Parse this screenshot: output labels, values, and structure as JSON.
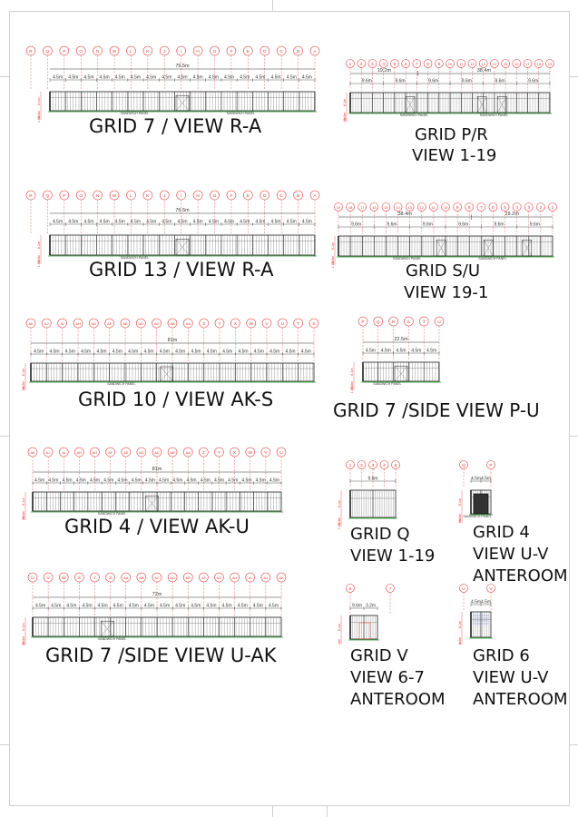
{
  "colors": {
    "grid_bubble": "#e53935",
    "line": "#222222",
    "dim": "#333333",
    "ground": "#4caf50",
    "frame": "#cfcfcf"
  },
  "elevations": [
    {
      "id": "e1",
      "grids": [
        "R",
        "Q",
        "P",
        "O",
        "N",
        "M",
        "L",
        "K",
        "J",
        "I",
        "H",
        "G",
        "F",
        "E",
        "D",
        "C",
        "B",
        "A"
      ],
      "total_label": "76.5m",
      "segments": [
        "4.5m",
        "4.5m",
        "4.5m",
        "4.5m",
        "4.5m",
        "4.5m",
        "4.5m",
        "4.5m",
        "4.5m",
        "4.5m",
        "4.5m",
        "4.5m",
        "4.5m",
        "4.5m",
        "4.5m",
        "4.5m",
        "4.5m"
      ],
      "heights": [
        "6.1m",
        "0.3m",
        "1.8m"
      ],
      "notes": [
        "SANDWICH PANEL",
        "SANDWICH PANEL"
      ],
      "title_lines": [
        "GRID 7 / VIEW R-A"
      ]
    },
    {
      "id": "e2",
      "grids": [
        "1",
        "2",
        "3",
        "4",
        "5",
        "6",
        "7",
        "8",
        "9",
        "10",
        "11",
        "12",
        "13",
        "14",
        "15",
        "16",
        "17",
        "18",
        "19"
      ],
      "top_dims": [
        "19.2m",
        "38.4m"
      ],
      "total_label": "",
      "segments": [
        "9.6m",
        "9.6m",
        "9.6m",
        "9.6m",
        "9.6m",
        "9.6m"
      ],
      "heights": [
        "6.1m",
        "0.3m",
        "1.8m"
      ],
      "notes": [
        "SANDWICH PANEL",
        "SANDWICH PANEL"
      ],
      "title_lines": [
        "GRID P/R",
        "VIEW 1-19"
      ]
    },
    {
      "id": "e3",
      "grids": [
        "R",
        "Q",
        "P",
        "O",
        "N",
        "M",
        "L",
        "K",
        "J",
        "I",
        "H",
        "G",
        "F",
        "E",
        "D",
        "C",
        "B",
        "A"
      ],
      "total_label": "76.5m",
      "segments": [
        "4.5m",
        "4.5m",
        "4.5m",
        "4.5m",
        "4.5m",
        "4.5m",
        "4.5m",
        "4.5m",
        "4.5m",
        "4.5m",
        "4.5m",
        "4.5m",
        "4.5m",
        "4.5m",
        "4.5m",
        "4.5m",
        "4.5m"
      ],
      "heights": [
        "6.1m",
        "0.3m",
        "1.8m"
      ],
      "notes": [
        "SANDWICH PANEL"
      ],
      "title_lines": [
        "GRID 13 / VIEW R-A"
      ]
    },
    {
      "id": "e4",
      "grids": [
        "19",
        "18",
        "17",
        "16",
        "15",
        "14",
        "13",
        "12",
        "11",
        "10",
        "9",
        "8",
        "7",
        "6",
        "5",
        "4",
        "3",
        "2",
        "1"
      ],
      "top_dims": [
        "38.4m",
        "19.2m"
      ],
      "total_label": "",
      "segments": [
        "9.6m",
        "9.6m",
        "9.6m",
        "9.6m",
        "9.6m",
        "9.6m"
      ],
      "heights": [
        "6.1m",
        "0.3m",
        "1.8m"
      ],
      "notes": [
        "SANDWICH PANEL",
        "SANDWICH PANEL"
      ],
      "title_lines": [
        "GRID S/U",
        "VIEW 19-1"
      ]
    },
    {
      "id": "e5",
      "grids": [
        "AK",
        "AJ",
        "AI",
        "AH",
        "AG",
        "AF",
        "AE",
        "AD",
        "AC",
        "AB",
        "AA",
        "Z",
        "Y",
        "X",
        "W",
        "V",
        "U",
        "T",
        "S"
      ],
      "total_label": "81m",
      "segments": [
        "4.5m",
        "4.5m",
        "4.5m",
        "4.5m",
        "4.5m",
        "4.5m",
        "4.5m",
        "4.5m",
        "4.5m",
        "4.5m",
        "4.5m",
        "4.5m",
        "4.5m",
        "4.5m",
        "4.5m",
        "4.5m",
        "4.5m",
        "4.5m"
      ],
      "heights": [
        "6.1m",
        "0.3m",
        "1.8m"
      ],
      "notes": [
        "SANDWICH PANEL"
      ],
      "title_lines": [
        "GRID 10 / VIEW AK-S"
      ]
    },
    {
      "id": "e6",
      "grids": [
        "P",
        "Q",
        "R",
        "S",
        "T",
        "U"
      ],
      "total_label": "22.5m",
      "segments": [
        "4.5m",
        "4.5m",
        "4.5m",
        "4.5m",
        "4.5m"
      ],
      "heights": [
        "6.1m",
        "0.3m",
        "1.8m"
      ],
      "notes": [
        "SANDWICH PANEL"
      ],
      "title_lines": [
        "GRID 7 /SIDE VIEW P-U"
      ]
    },
    {
      "id": "e7",
      "grids": [
        "AK",
        "AJ",
        "AI",
        "AH",
        "AG",
        "AF",
        "AE",
        "AD",
        "AC",
        "AB",
        "AA",
        "Z",
        "Y",
        "X",
        "W",
        "V",
        "U"
      ],
      "total_label": "81m",
      "segments": [
        "4.5m",
        "4.5m",
        "4.5m",
        "4.5m",
        "4.5m",
        "4.5m",
        "4.5m",
        "4.5m",
        "4.5m",
        "4.5m",
        "4.5m",
        "4.5m",
        "4.5m",
        "4.5m",
        "4.5m",
        "4.5m",
        "4.5m",
        "4.5m"
      ],
      "heights": [
        "6.1m",
        "0.3m",
        "1.8m"
      ],
      "notes": [
        "SANDWICH PANEL"
      ],
      "title_lines": [
        "GRID 4 / VIEW AK-U"
      ]
    },
    {
      "id": "e8",
      "grids": [
        "1",
        "2",
        "3",
        "4",
        "5"
      ],
      "total_label": "",
      "segments": [
        "9.6m"
      ],
      "heights": [
        "6.1m",
        "0.3m",
        "1.8m"
      ],
      "notes": [],
      "title_lines": [
        "GRID Q",
        "VIEW 1-19"
      ]
    },
    {
      "id": "e9",
      "grids": [
        "Q",
        "P"
      ],
      "total_label": "",
      "segments": [
        "4.5m",
        "4.5m"
      ],
      "heights": [
        "6.1m",
        "0.3m",
        "1.8m"
      ],
      "notes": [
        "SANDWICH PANEL"
      ],
      "title_lines": [
        "GRID 4",
        "VIEW U-V",
        "ANTEROOM"
      ]
    },
    {
      "id": "e10",
      "grids": [
        "U",
        "V",
        "W",
        "X",
        "Y",
        "Z",
        "AA",
        "AB",
        "AC",
        "AD",
        "AE",
        "AF",
        "AG",
        "AH",
        "AI",
        "AJ",
        "AK"
      ],
      "total_label": "72m",
      "segments": [
        "4.5m",
        "4.5m",
        "4.5m",
        "4.5m",
        "4.5m",
        "4.5m",
        "4.5m",
        "4.5m",
        "4.5m",
        "4.5m",
        "4.5m",
        "4.5m",
        "4.5m",
        "4.5m",
        "4.5m",
        "4.5m"
      ],
      "heights": [
        "6.1m",
        "0.3m",
        "1.8m"
      ],
      "notes": [
        "SANDWICH PANEL"
      ],
      "title_lines": [
        "GRID 7 /SIDE VIEW U-AK"
      ]
    },
    {
      "id": "e11",
      "grids": [
        "6",
        "7"
      ],
      "total_label": "",
      "segments": [
        "9.6m",
        "3.2m"
      ],
      "heights": [
        "6.1m",
        "0.3m",
        "1.8m"
      ],
      "notes": [],
      "title_lines": [
        "GRID V",
        "VIEW 6-7",
        "ANTEROOM"
      ]
    },
    {
      "id": "e12",
      "grids": [
        "U",
        "V"
      ],
      "total_label": "",
      "segments": [
        "4.5m",
        "4.5m"
      ],
      "heights": [
        "6.1m",
        "0.3m",
        "1.8m"
      ],
      "notes": [],
      "title_lines": [
        "GRID 6",
        "VIEW U-V",
        "ANTEROOM"
      ]
    }
  ]
}
